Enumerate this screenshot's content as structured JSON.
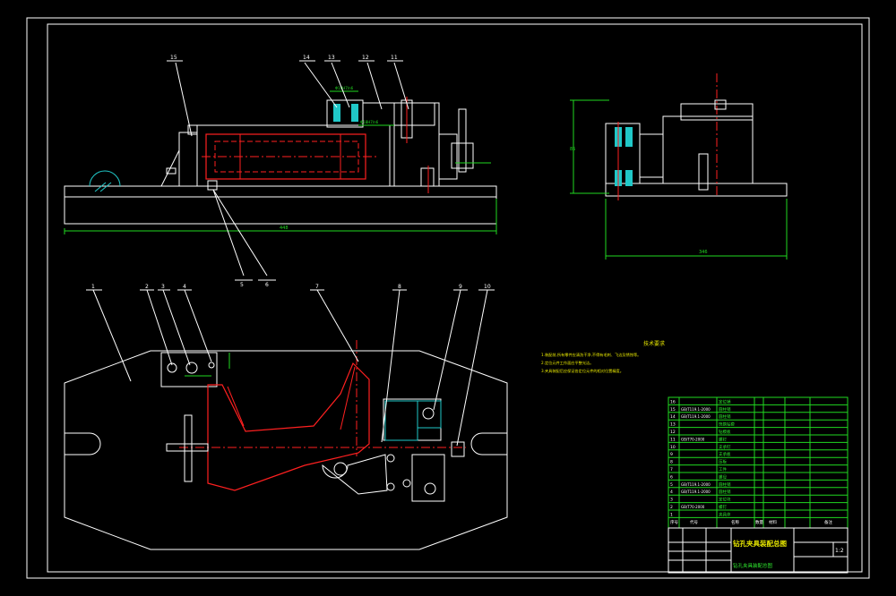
{
  "colors": {
    "background": "#000000",
    "outline": "#ffffff",
    "part": "#ff2020",
    "dimension": "#20d820",
    "title_green": "#2ee82e",
    "title_yellow": "#e6e600",
    "hatch": "#20c8c8"
  },
  "top_view": {
    "balloons": [
      "15",
      "14",
      "13",
      "12",
      "11",
      "5",
      "6"
    ],
    "dims": {
      "overall_length": "448",
      "note_1": "Φ18H7/n6",
      "note_2": "Φ18H7/n6"
    }
  },
  "side_view": {
    "dims": {
      "width": "346",
      "height": "85"
    }
  },
  "plan_view": {
    "balloons": [
      "1",
      "2",
      "3",
      "4",
      "7",
      "8",
      "9",
      "10"
    ]
  },
  "tech_req": {
    "title": "技术要求",
    "lines": [
      "1.装配前,所有零件应清洗干净,不得有毛刺、飞边及锈蚀等。",
      "2.定位元件工作面应平整光洁。",
      "3.夹具装配后应保证各定位元件的相对位置精度。"
    ]
  },
  "bom": {
    "rows": [
      {
        "no": "16",
        "code": "",
        "name": "定位销"
      },
      {
        "no": "15",
        "code": "GB/T119.1-2000",
        "name": "圆柱销"
      },
      {
        "no": "14",
        "code": "GB/T119.1-2000",
        "name": "圆柱销"
      },
      {
        "no": "13",
        "code": "",
        "name": "快换钻套"
      },
      {
        "no": "12",
        "code": "",
        "name": "钻模板"
      },
      {
        "no": "11",
        "code": "GB/T70-2000",
        "name": "螺钉"
      },
      {
        "no": "10",
        "code": "",
        "name": "支承钉"
      },
      {
        "no": "9",
        "code": "",
        "name": "支承板"
      },
      {
        "no": "8",
        "code": "",
        "name": "压板"
      },
      {
        "no": "7",
        "code": "",
        "name": "工件"
      },
      {
        "no": "6",
        "code": "",
        "name": "螺母"
      },
      {
        "no": "5",
        "code": "GB/T119.1-2000",
        "name": "圆柱销"
      },
      {
        "no": "4",
        "code": "GB/T119.1-2000",
        "name": "圆柱销"
      },
      {
        "no": "3",
        "code": "",
        "name": "定位块"
      },
      {
        "no": "2",
        "code": "GB/T70-2000",
        "name": "螺钉"
      },
      {
        "no": "1",
        "code": "",
        "name": "夹具体"
      }
    ],
    "header": {
      "no": "序号",
      "code": "代号",
      "name": "名称",
      "qty": "数量",
      "material": "材料",
      "note": "备注"
    }
  },
  "title_block": {
    "drawing_title": "钻孔夹具装配总图",
    "subtitle": "钻孔夹具装配总图",
    "scale": "1:2"
  }
}
